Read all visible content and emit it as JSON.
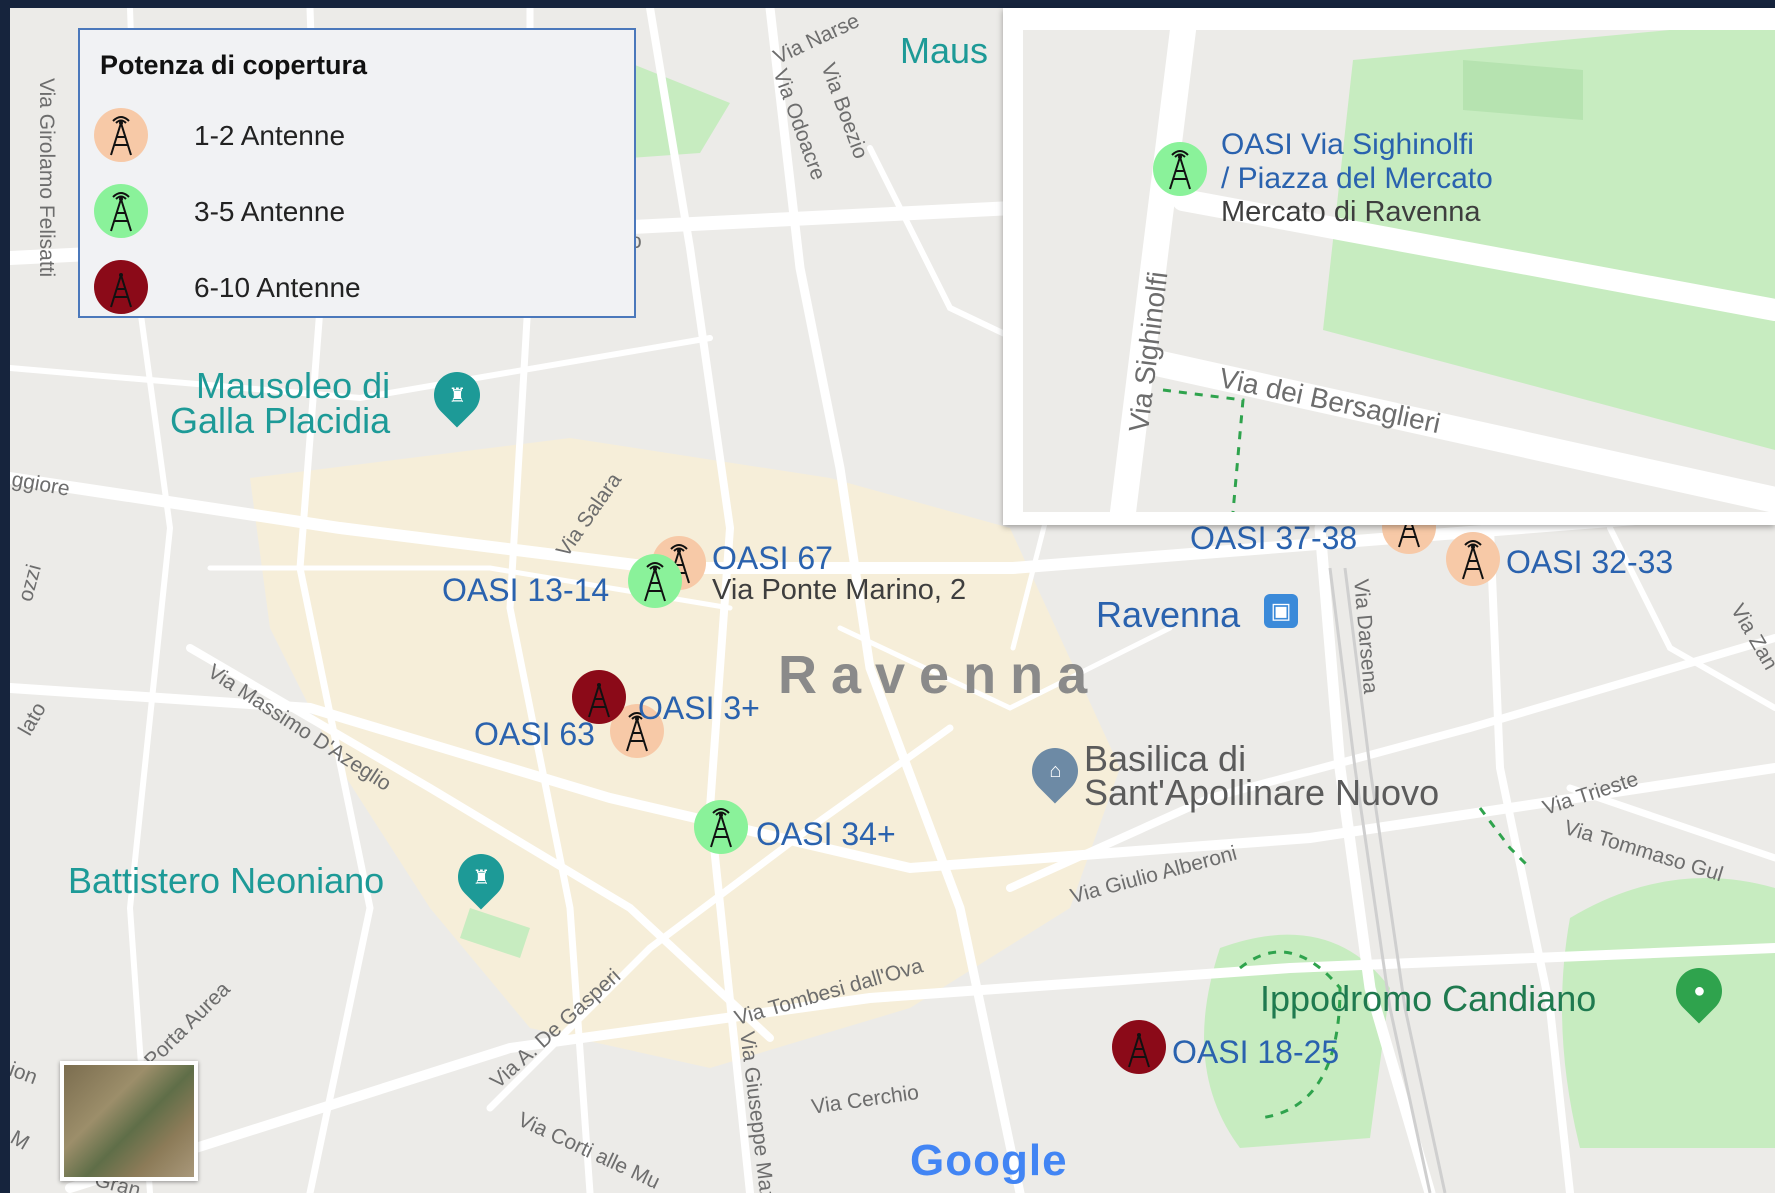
{
  "legend": {
    "title": "Potenza di copertura",
    "items": [
      {
        "label": "1-2 Antenne",
        "color": "#f7c9a7"
      },
      {
        "label": "3-5 Antenne",
        "color": "#8af29a"
      },
      {
        "label": "6-10 Antenne",
        "color": "#8b0a18"
      }
    ]
  },
  "map": {
    "city_label": "Ravenna",
    "markers": [
      {
        "label": "OASI 67",
        "sublabel": "Via Ponte Marino, 2",
        "level": "1-2 Antenne"
      },
      {
        "label": "OASI 13-14",
        "level": "3-5 Antenne"
      },
      {
        "label": "OASI 3+",
        "level": "1-2 Antenne"
      },
      {
        "label": "OASI 63",
        "level": "6-10 Antenne"
      },
      {
        "label": "OASI 34+",
        "level": "3-5 Antenne"
      },
      {
        "label": "OASI 18-25",
        "level": "6-10 Antenne"
      },
      {
        "label": "OASI 37-38",
        "level": "1-2 Antenne"
      },
      {
        "label": "OASI 32-33",
        "level": "1-2 Antenne"
      }
    ],
    "places": {
      "mausoleo": "Mausoleo di\nGalla Placidia",
      "battistero": "Battistero Neoniano",
      "basilica": "Basilica di\nSant'Apollinare Nuovo",
      "ippodromo": "Ippodromo Candiano",
      "station": "Ravenna",
      "maus_partial": "Maus"
    },
    "streets": {
      "girolamo": "Via Girolamo Felisatti",
      "narse": "Via Narse",
      "odoacre": "Via Odoacre",
      "boezio": "Via Boezio",
      "salara": "Via Salara",
      "azeglio": "Via Massimo D'Azeglio",
      "degasperi": "Via A. De Gasperi",
      "tombesi": "Via Tombesi dall'Ova",
      "giuseppe": "Via Giuseppe Maz",
      "cerchio": "Via Cerchio",
      "corti": "Via Corti alle Mu",
      "aurea": "Porta Aurea",
      "alberoni": "Via Giulio Alberoni",
      "darsena": "Via Darsena",
      "trieste": "Via Trieste",
      "tommaso": "Via Tommaso Gul",
      "zan": "Via Zan",
      "maggiore": "ggiore",
      "pozzi": "ozzi",
      "lato": "lato",
      "ion": "ion",
      "gran": "Gran",
      "m": "M",
      "o": "o"
    }
  },
  "inset": {
    "marker_label_1": "OASI Via Sighinolfi",
    "marker_label_2": "/ Piazza del Mercato",
    "place": "Mercato di Ravenna",
    "street_vertical": "Via Sighinolfi",
    "street_diag": "Via dei Bersaglieri"
  },
  "attribution": "Google"
}
